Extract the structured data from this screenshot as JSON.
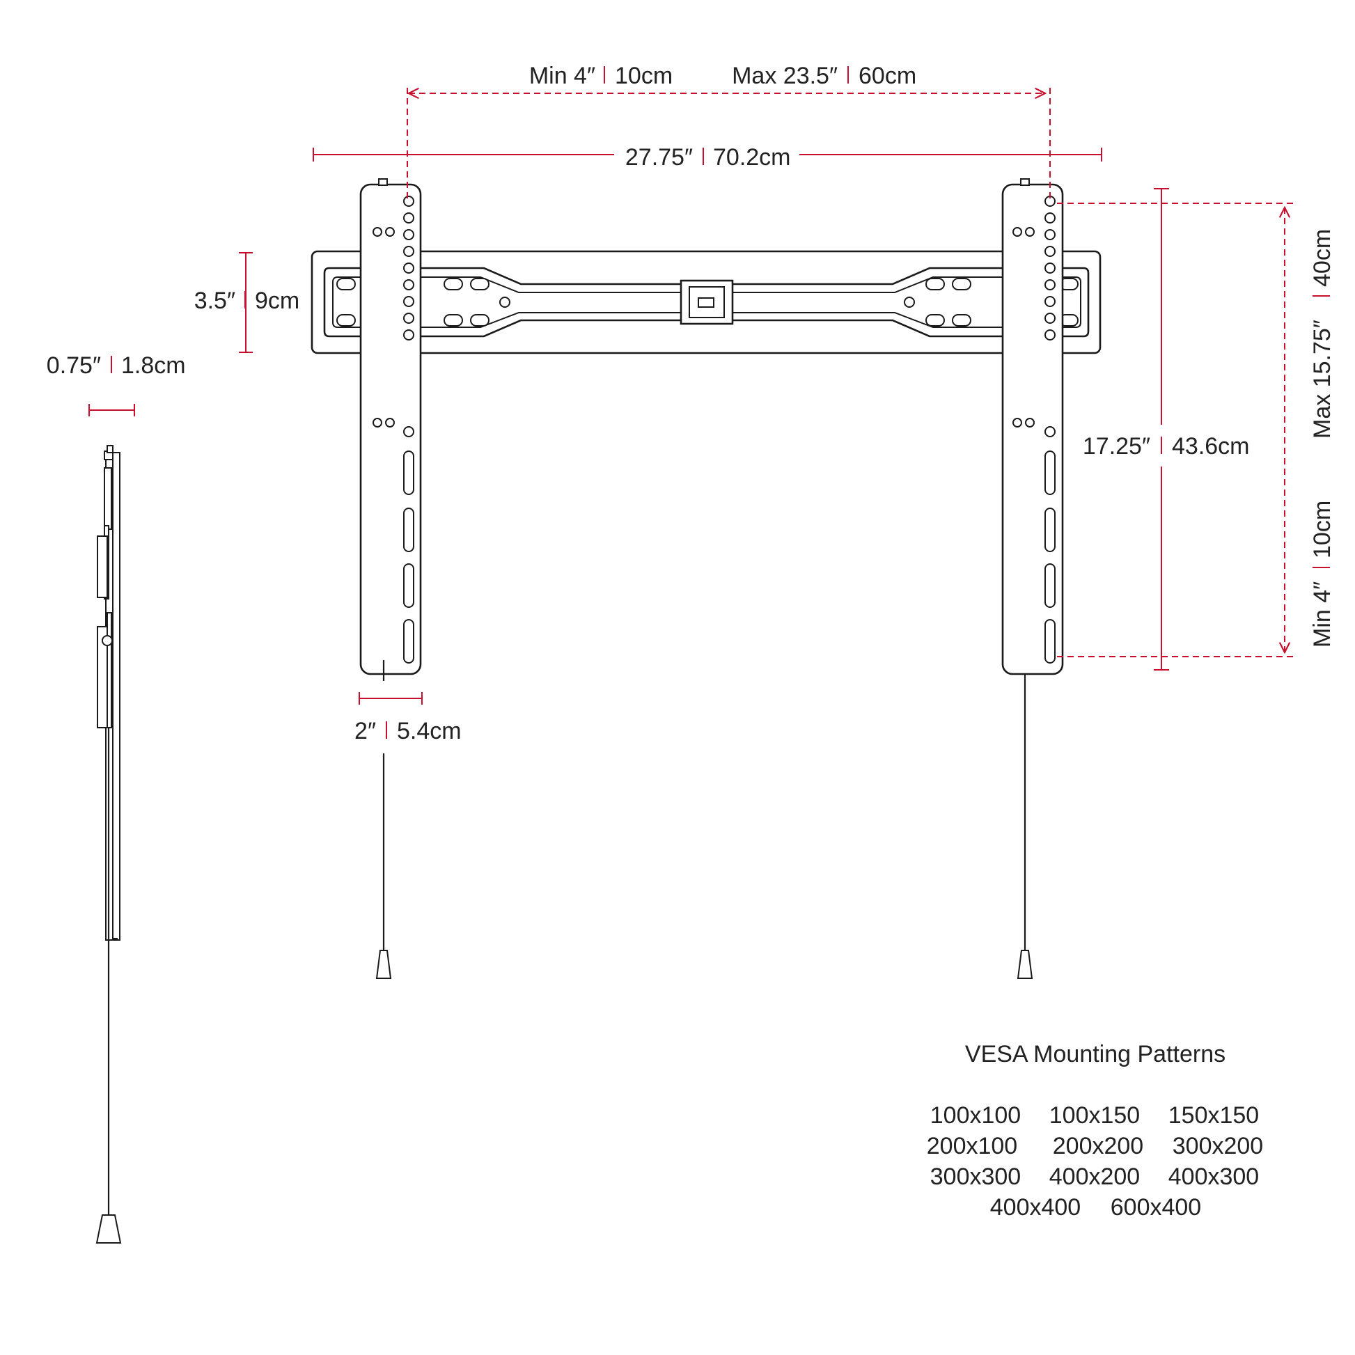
{
  "dimensions": {
    "vesa_width_min": {
      "imperial": "Min 4″",
      "metric": "10cm"
    },
    "vesa_width_max": {
      "imperial": "Max 23.5″",
      "metric": "60cm"
    },
    "overall_width": {
      "imperial": "27.75″",
      "metric": "70.2cm"
    },
    "wall_plate_height": {
      "imperial": "3.5″",
      "metric": "9cm"
    },
    "profile_depth": {
      "imperial": "0.75″",
      "metric": "1.8cm"
    },
    "arm_width": {
      "imperial": "2″",
      "metric": "5.4cm"
    },
    "arm_height": {
      "imperial": "17.25″",
      "metric": "43.6cm"
    },
    "vesa_height_max": {
      "imperial": "Max 15.75″",
      "metric": "40cm"
    },
    "vesa_height_min": {
      "imperial": "Min 4″",
      "metric": "10cm"
    }
  },
  "separator": "|",
  "vesa": {
    "title": "VESA Mounting Patterns",
    "rows": [
      [
        "100x100",
        "100x150",
        "150x150"
      ],
      [
        "200x100",
        "200x200",
        "300x200"
      ],
      [
        "300x300",
        "400x200",
        "400x300"
      ],
      [
        "400x400",
        "600x400"
      ]
    ]
  },
  "colors": {
    "dimension": "#c8102e",
    "line": "#1a1a1a",
    "text": "#222222"
  }
}
